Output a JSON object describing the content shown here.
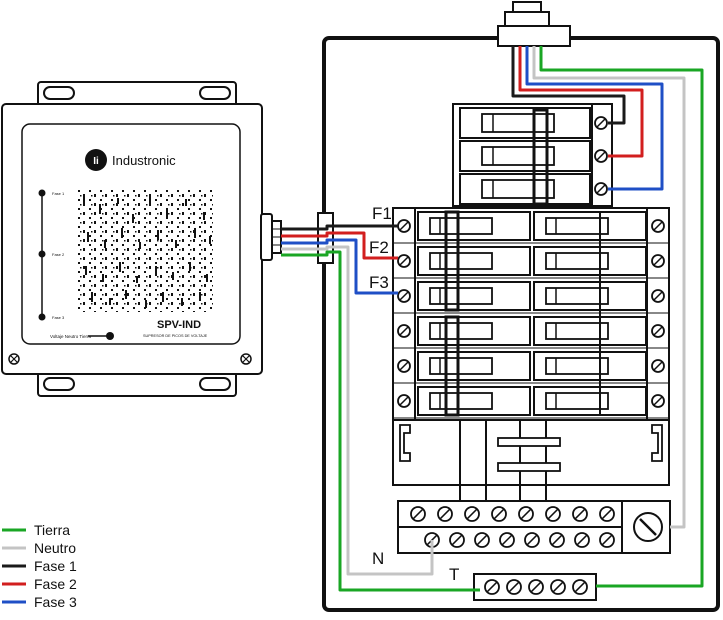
{
  "device": {
    "brand": "Industronic",
    "logo_mark": "Ii",
    "model": "SPV-IND",
    "description": "SUPRESOR DE PICOS DE VOLTAJE",
    "phase_labels": [
      "Fase 1",
      "Fase 2",
      "Fase 3"
    ],
    "neutral_earth_label": "Voltaje Neutro Tierra"
  },
  "panel": {
    "feed_labels": [
      "F1",
      "F2",
      "F3"
    ],
    "neutral_label": "N",
    "earth_label": "T"
  },
  "legend": [
    {
      "label": "Tierra",
      "color": "#1aa624"
    },
    {
      "label": "Neutro",
      "color": "#c4c4c4"
    },
    {
      "label": "Fase 1",
      "color": "#1a1a1a"
    },
    {
      "label": "Fase 2",
      "color": "#d21e1e"
    },
    {
      "label": "Fase 3",
      "color": "#1f4fc6"
    }
  ],
  "colors": {
    "outline": "#1a1a1a",
    "earth": "#1aa624",
    "neutral": "#c4c4c4",
    "phase1": "#1a1a1a",
    "phase2": "#d21e1e",
    "phase3": "#1f4fc6"
  }
}
